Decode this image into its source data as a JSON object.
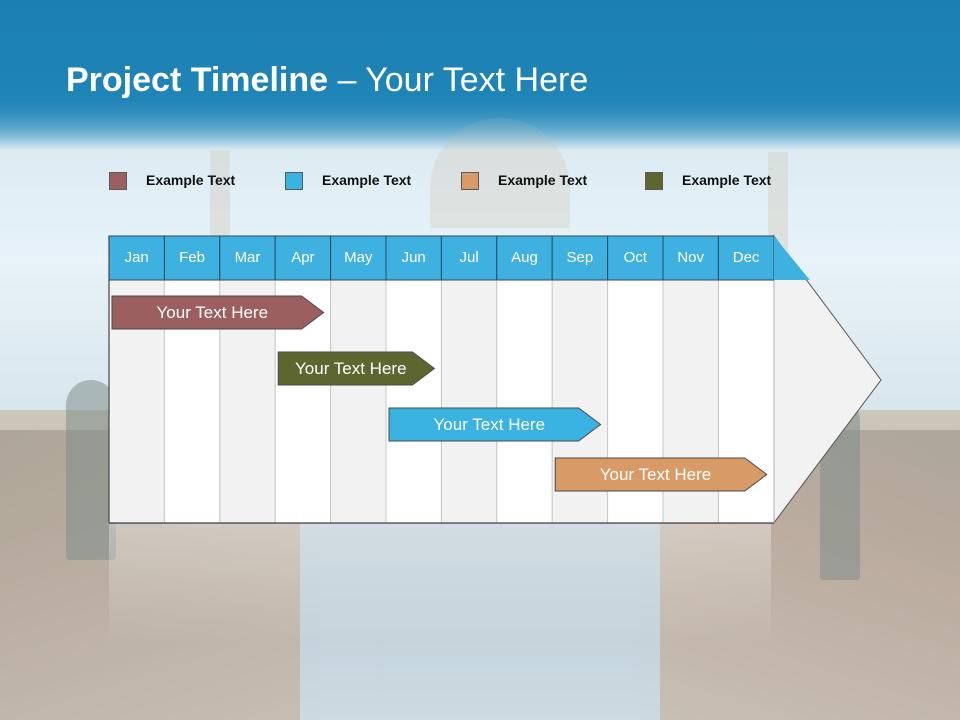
{
  "slide": {
    "title_bold": "Project Timeline",
    "title_rest": " – Your Text Here"
  },
  "legend": [
    {
      "label": "Example Text",
      "color": "#9c5f5f"
    },
    {
      "label": "Example Text",
      "color": "#3ab3e2"
    },
    {
      "label": "Example Text",
      "color": "#d89b68"
    },
    {
      "label": "Example Text",
      "color": "#5e6630"
    }
  ],
  "months": [
    "Jan",
    "Feb",
    "Mar",
    "Apr",
    "May",
    "Jun",
    "Jul",
    "Aug",
    "Sep",
    "Oct",
    "Nov",
    "Dec"
  ],
  "header_color": "#3fb1e1",
  "tasks": [
    {
      "label": "Your  Text Here",
      "color": "#9c5f5f",
      "start": "Jan",
      "end": "Apr"
    },
    {
      "label": "Your  Text Here",
      "color": "#5e6630",
      "start": "Apr",
      "end": "Jun"
    },
    {
      "label": "Your  Text Here",
      "color": "#3ab3e2",
      "start": "Jun",
      "end": "Sep"
    },
    {
      "label": "Your  Text Here",
      "color": "#d89b68",
      "start": "Sep",
      "end": "Dec"
    }
  ]
}
